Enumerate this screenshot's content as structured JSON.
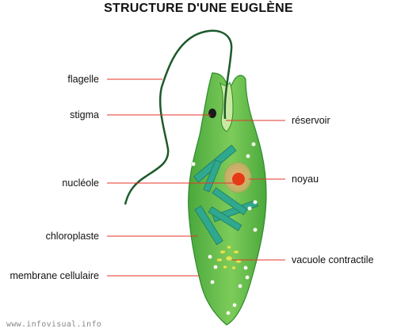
{
  "title": "STRUCTURE D'UNE EUGLÈNE",
  "labels": {
    "flagelle": "flagelle",
    "stigma": "stigma",
    "nucleole": "nucléole",
    "chloroplaste": "chloroplaste",
    "membrane": "membrane cellulaire",
    "reservoir": "réservoir",
    "noyau": "noyau",
    "vacuole": "vacuole contractile"
  },
  "watermark": "www.infovisual.info",
  "colors": {
    "cell_fill": "#5db84a",
    "cell_highlight": "#8fd46a",
    "cell_outline": "#2e8a2a",
    "flagellum": "#1d5a2c",
    "chloroplast": "#2fa88e",
    "nucleus_outer": "#d9b16a",
    "nucleolus": "#e63a15",
    "stigma": "#1a1a1a",
    "vacuole": "#dde85a",
    "leader_line": "#e4342a"
  }
}
